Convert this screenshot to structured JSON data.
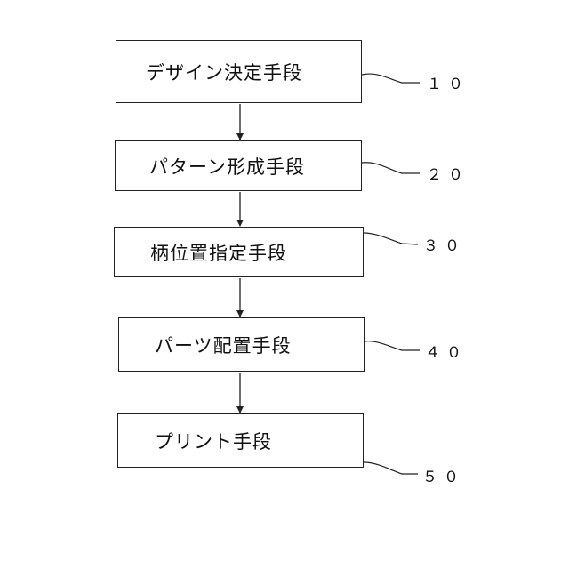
{
  "diagram": {
    "steps": [
      {
        "label": "デザイン決定手段",
        "ref": "１０"
      },
      {
        "label": "パターン形成手段",
        "ref": "２０"
      },
      {
        "label": "柄位置指定手段",
        "ref": "３０"
      },
      {
        "label": "パーツ配置手段",
        "ref": "４０"
      },
      {
        "label": "プリント手段",
        "ref": "５０"
      }
    ],
    "colors": {
      "line": "#222222",
      "background": "#ffffff"
    }
  }
}
